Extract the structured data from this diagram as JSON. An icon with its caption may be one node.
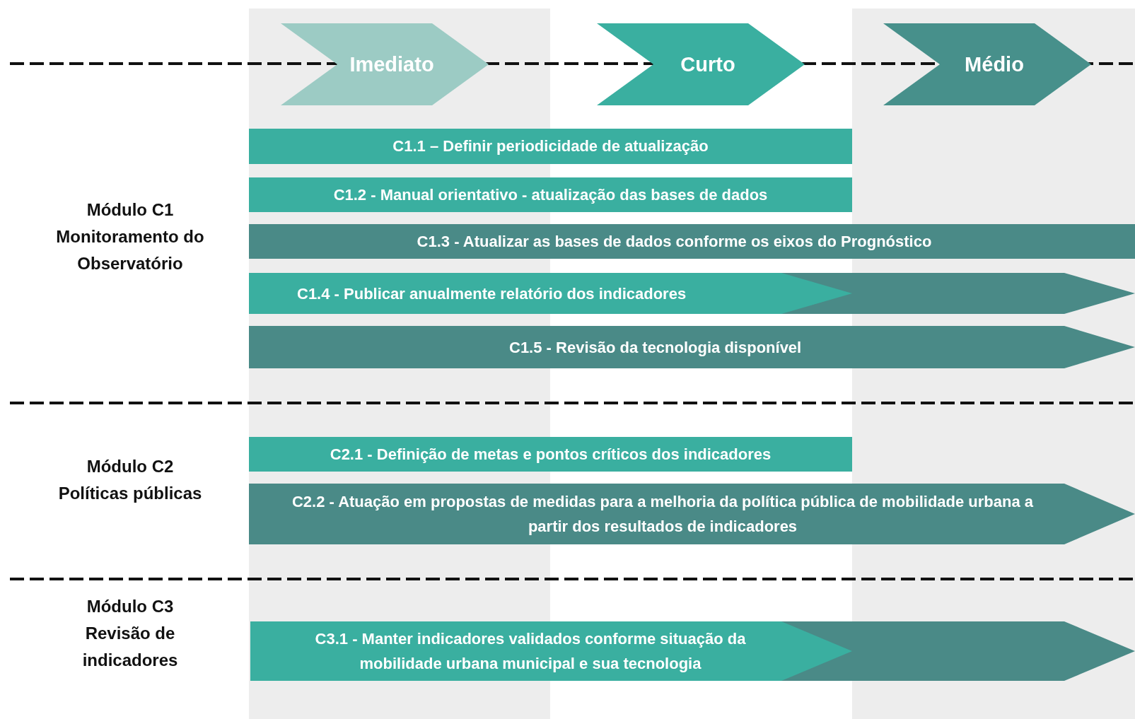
{
  "diagram": {
    "nodes": [
      {
        "text": [
          "Imediato"
        ]
      },
      {
        "text": [
          "Curto"
        ]
      },
      {
        "text": [
          "Médio"
        ]
      },
      {
        "text": [
          "C1.1 – Definir periodicidade de atualização"
        ]
      },
      {
        "text": [
          "C1.2 - Manual orientativo - atualização das bases de dados"
        ]
      },
      {
        "text": [
          "C1.3 - Atualizar as bases de dados conforme os eixos do Prognóstico"
        ]
      },
      {
        "text": [
          "C1.4 - Publicar anualmente relatório dos indicadores"
        ]
      },
      {
        "text": [
          "C1.5 - Revisão da tecnologia disponível"
        ]
      },
      {
        "text": [
          "C2.1 - Definição de metas e pontos críticos dos indicadores"
        ]
      },
      {
        "text": [
          "C2.2 - Atuação em propostas de medidas para a melhoria da política pública de mobilidade urbana a partir dos resultados de indicadores"
        ]
      },
      {
        "text": [
          "C3.1 - Manter indicadores validados conforme situação da mobilidade urbana municipal e sua tecnologia"
        ]
      }
    ],
    "edges": [],
    "labels": [
      "Módulo C1",
      "Monitoramento do Observatório",
      "Módulo C2",
      "Políticas públicas",
      "Módulo C3",
      "Revisão de indicadores"
    ]
  }
}
